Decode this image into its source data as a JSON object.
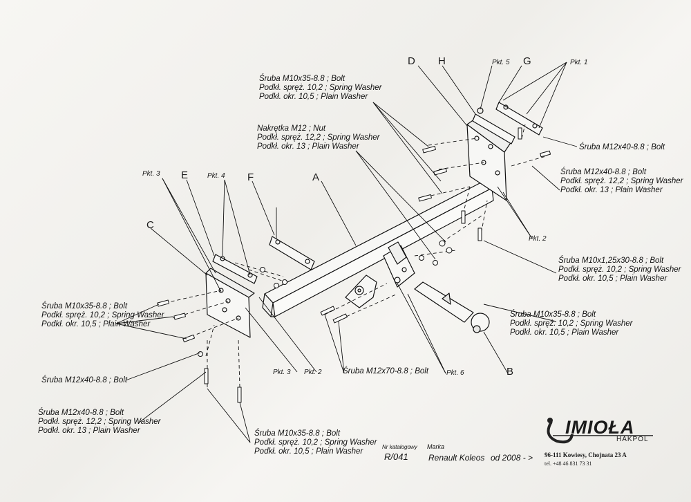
{
  "labels": {
    "top_bolt": [
      "Śruba M10x35-8.8 ; Bolt",
      "Podkł. spręż. 10,2 ; Spring Washer",
      "Podkł. okr. 10,5 ; Plain Washer"
    ],
    "nut": [
      "Nakrętka M12 ; Nut",
      "Podkł. spręż. 12,2 ; Spring Washer",
      "Podkł. okr. 13 ; Plain Washer"
    ],
    "right_bolt_1": "Śruba M12x40-8.8 ; Bolt",
    "right_bolt_2": [
      "Śruba M12x40-8.8 ; Bolt",
      "Podkł. spręż. 12,2 ; Spring Washer",
      "Podkł. okr. 13 ; Plain Washer"
    ],
    "right_bolt_3": [
      "Śruba M10x1,25x30-8.8 ; Bolt",
      "Podkł. spręż. 10,2 ; Spring Washer",
      "Podkł. okr. 10,5 ; Plain Washer"
    ],
    "right_bolt_4": [
      "Śruba M10x35-8.8 ; Bolt",
      "Podkł. spręż. 10,2 ; Spring Washer",
      "Podkł. okr. 10,5 ; Plain Washer"
    ],
    "left_bolt_1": [
      "Śruba M10x35-8.8 ; Bolt",
      "Podkł. spręż. 10,2 ; Spring Washer",
      "Podkł. okr. 10,5 ; Plain Washer"
    ],
    "left_bolt_2": "Śruba M12x40-8.8 ; Bolt",
    "left_bolt_3": [
      "Śruba M12x40-8.8 ; Bolt",
      "Podkł. spręż. 12,2 ; Spring Washer",
      "Podkł. okr. 13 ; Plain Washer"
    ],
    "bottom_bolt": [
      "Śruba M10x35-8.8 ; Bolt",
      "Podkł. spręż. 10,2 ; Spring Washer",
      "Podkł. okr. 10,5 ; Plain Washer"
    ],
    "center_bolt": "Śruba M12x70-8.8 ; Bolt"
  },
  "letters": {
    "A": "A",
    "B": "B",
    "C": "C",
    "D": "D",
    "E": "E",
    "F": "F",
    "G": "G",
    "H": "H"
  },
  "pkt": {
    "p1": "Pkt. 1",
    "p2a": "Pkt. 2",
    "p2b": "Pkt. 2",
    "p3a": "Pkt. 3",
    "p3b": "Pkt. 3",
    "p4": "Pkt. 4",
    "p5": "Pkt. 5",
    "p6": "Pkt. 6"
  },
  "catalog": {
    "nr_label": "Nr katalogowy",
    "marka_label": "Marka",
    "number": "R/041",
    "vehicle": "Renault Koleos",
    "years": "od 2008 - >"
  },
  "company": {
    "logo": "IMIOŁA",
    "sub": "HAKPOL",
    "address": "96-111 Kowiesy, Chojnata 23 A",
    "phone": "tel. +48 46 831 73 31"
  },
  "colors": {
    "ink": "#111111",
    "paper": "#f3f2ef"
  }
}
